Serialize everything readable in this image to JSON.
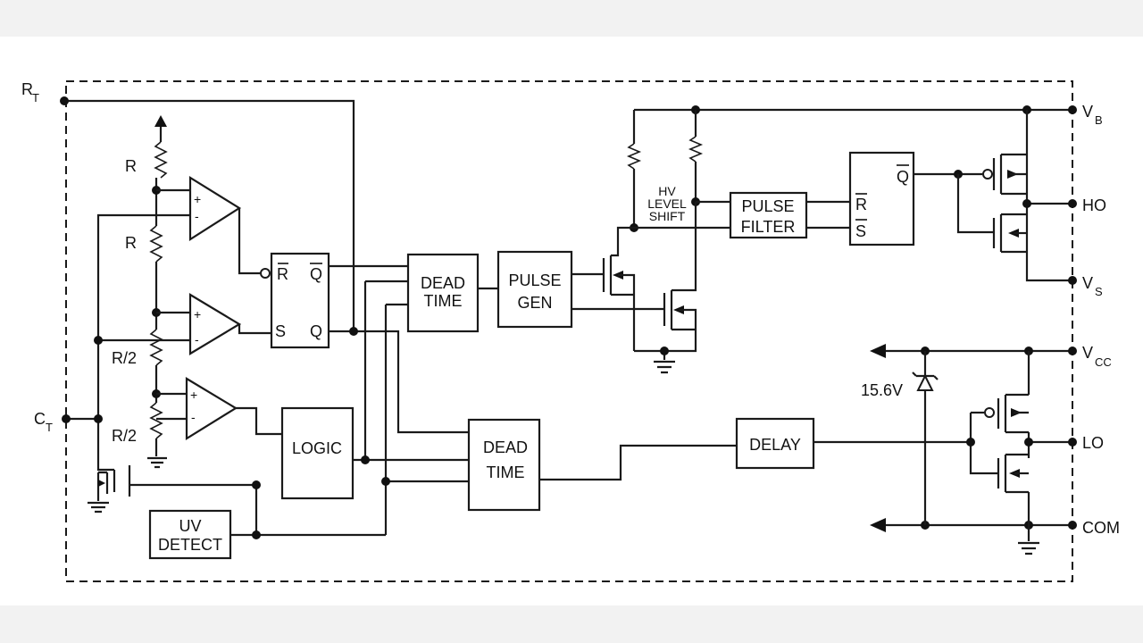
{
  "pins": {
    "rt": {
      "main": "R",
      "sub": "T"
    },
    "ct": {
      "main": "C",
      "sub": "T"
    },
    "vb": {
      "main": "V",
      "sub": "B"
    },
    "ho": "HO",
    "vs": {
      "main": "V",
      "sub": "S"
    },
    "vcc": {
      "main": "V",
      "sub": "CC"
    },
    "lo": "LO",
    "com": "COM"
  },
  "resistors": {
    "r_top": "R",
    "r_mid": "R",
    "r_half_1": "R/2",
    "r_half_2": "R/2"
  },
  "comparator": {
    "plus": "+",
    "minus": "-"
  },
  "flipflop": {
    "r": "R",
    "q_bar": "Q",
    "s": "S",
    "q": "Q"
  },
  "blocks": {
    "dead_time_1": [
      "DEAD",
      "TIME"
    ],
    "pulse_gen": [
      "PULSE",
      "GEN"
    ],
    "logic": "LOGIC",
    "uv_detect": [
      "UV",
      "DETECT"
    ],
    "dead_time_2": [
      "DEAD",
      "TIME"
    ],
    "delay": "DELAY",
    "pulse_filter": [
      "PULSE",
      "FILTER"
    ],
    "hv_level_shift": [
      "HV",
      "LEVEL",
      "SHIFT"
    ]
  },
  "output_latch": {
    "q_bar": "Q",
    "r_bar": "R",
    "s_bar": "S"
  },
  "zener_label": "15.6V"
}
